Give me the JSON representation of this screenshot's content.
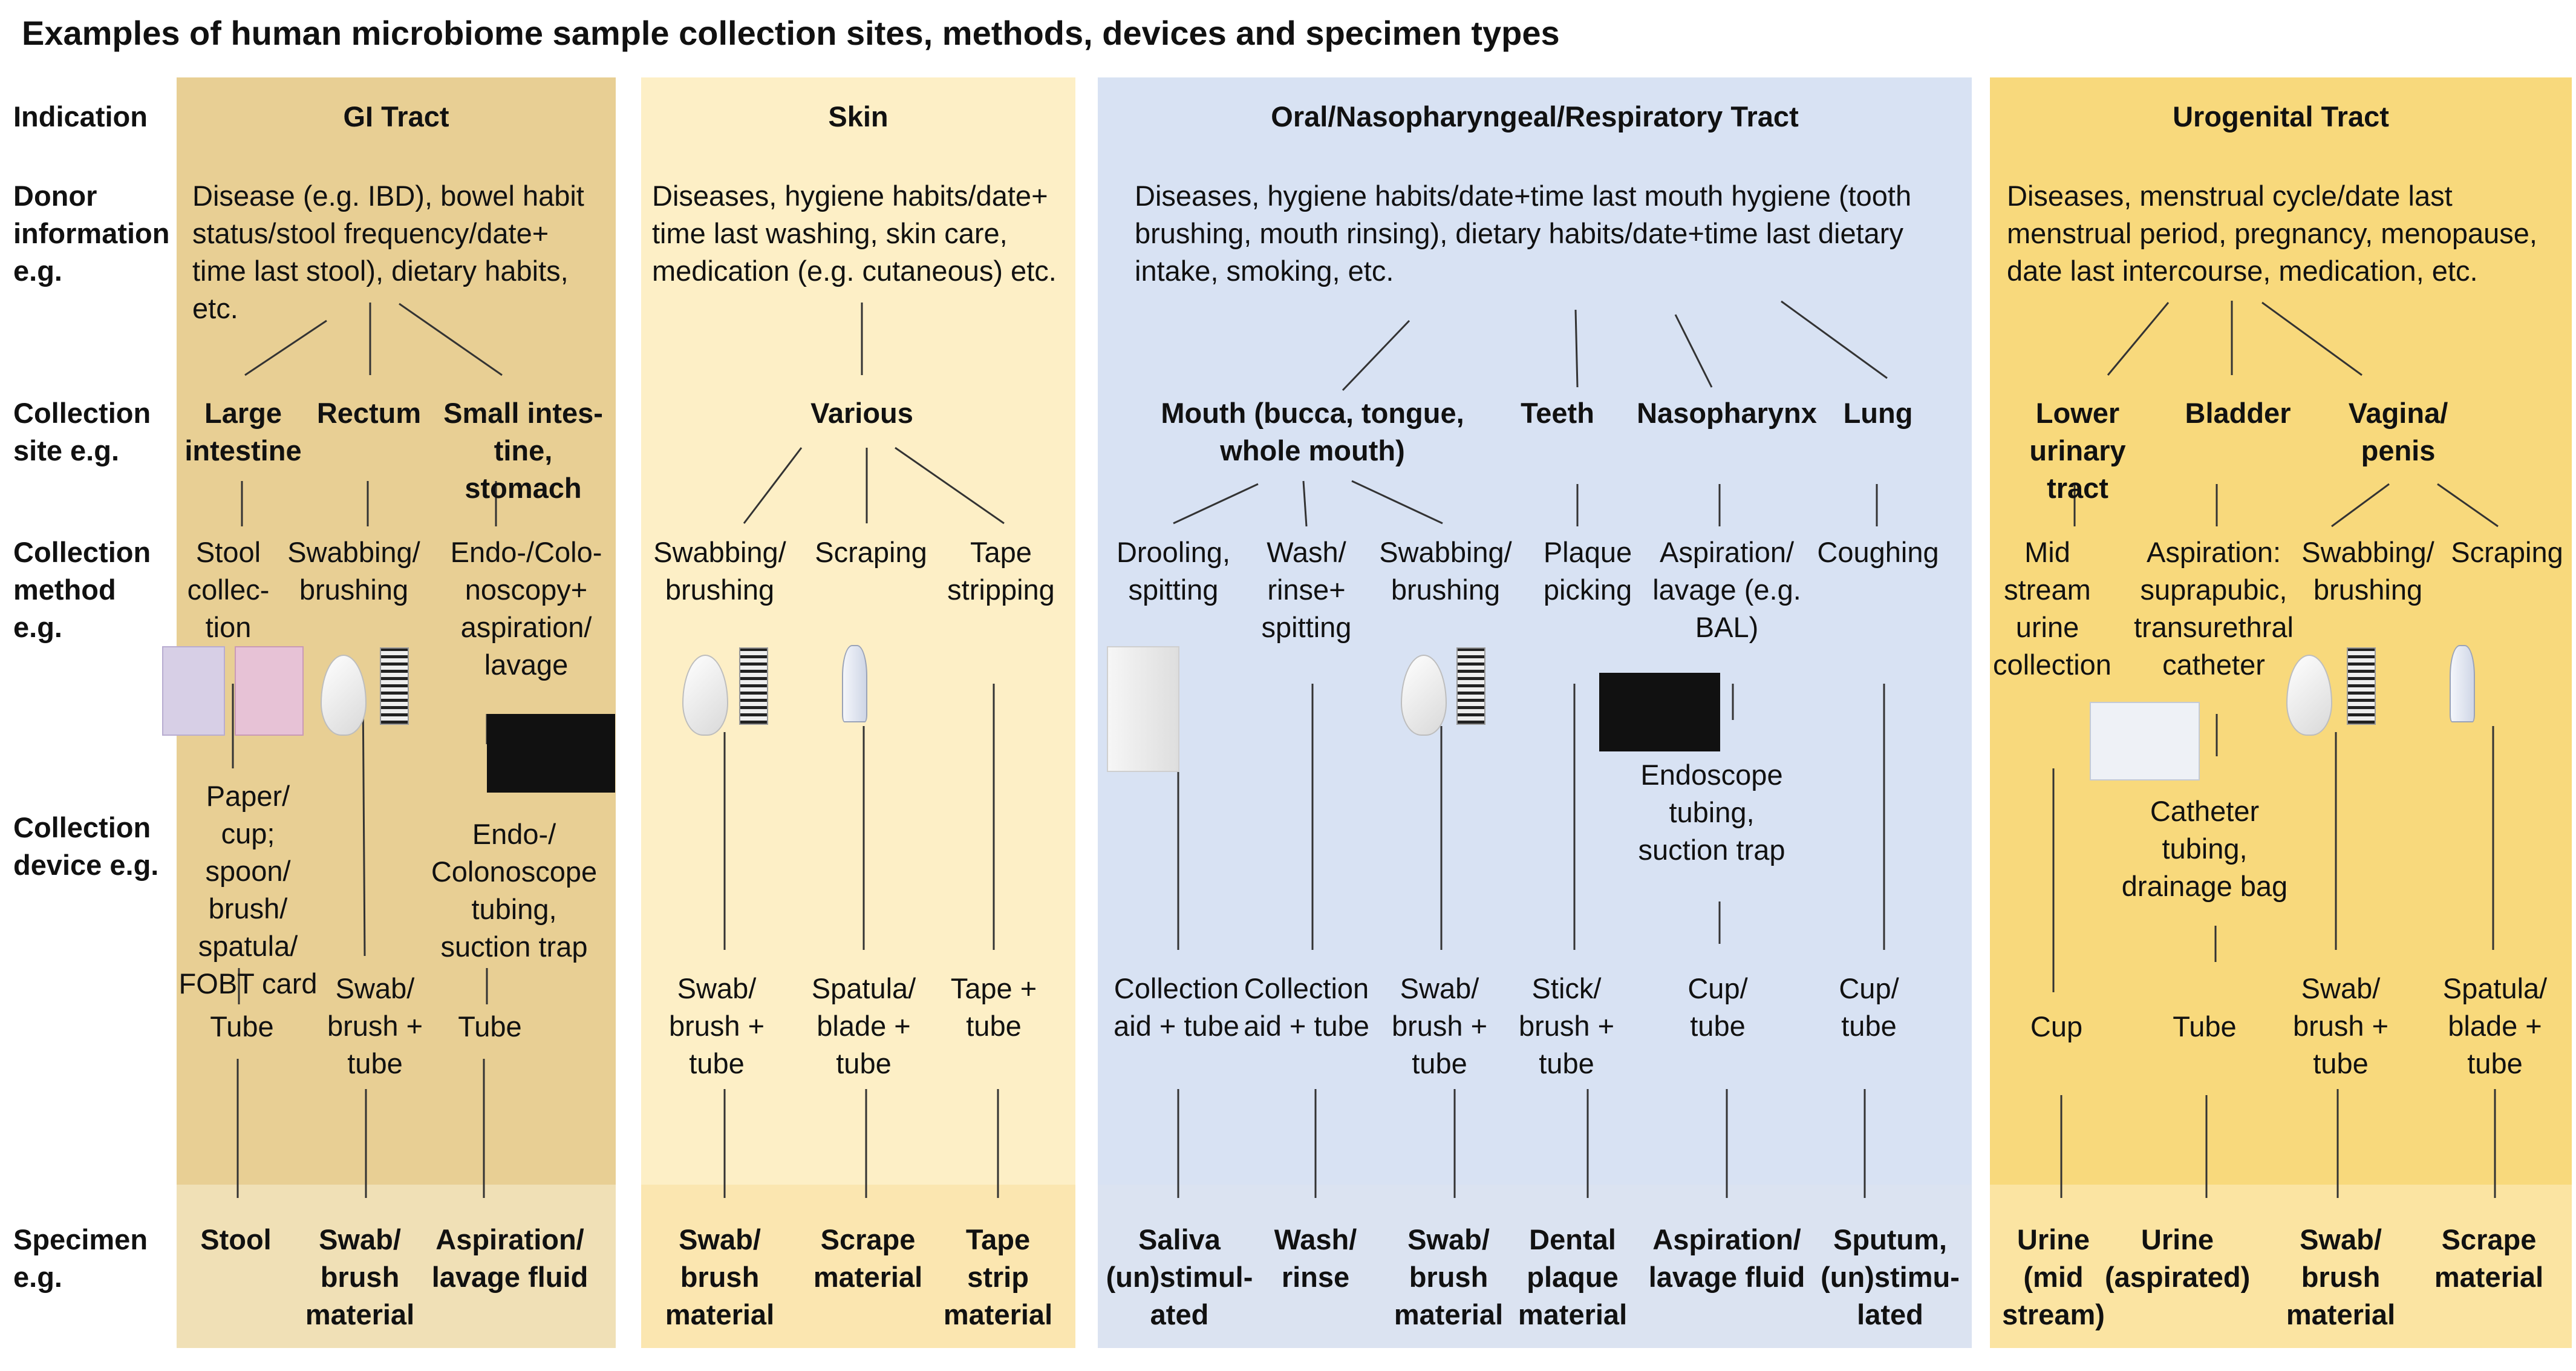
{
  "title": "Examples of human microbiome sample collection sites, methods, devices and specimen types",
  "colors": {
    "gi": "#e8cf94",
    "gi_spec": "#f0e0b6",
    "skin": "#fdefc6",
    "skin_spec": "#fbe6b0",
    "oral": "#d8e2f3",
    "oral_spec": "#dbe3f1",
    "uro": "#f8d97c",
    "uro_spec": "#fbe4a2"
  },
  "row_labels": {
    "indication": "Indication",
    "donor": "Donor information e.g.",
    "site": "Collection site e.g.",
    "method": "Collection method e.g.",
    "device": "Collection device e.g.",
    "specimen": "Specimen e.g."
  },
  "gi": {
    "header": "GI Tract",
    "donor": "Disease (e.g. IBD), bowel habit status/stool frequency/date+ time last stool), dietary habits, etc.",
    "sites": [
      "Large intestine",
      "Rectum",
      "Small intes- tine, stomach"
    ],
    "methods": [
      "Stool collec- tion",
      "Swabbing/ brushing",
      "Endo-/Colo- noscopy+ aspiration/ lavage"
    ],
    "devices": [
      "Paper/ cup; spoon/ brush/ spatula/ FOBT card",
      "Endo-/ Colonoscope tubing, suction trap"
    ],
    "tubes": [
      "Tube",
      "Swab/ brush + tube",
      "Tube"
    ],
    "specimens": [
      "Stool",
      "Swab/ brush material",
      "Aspiration/ lavage fluid"
    ]
  },
  "skin": {
    "header": "Skin",
    "donor": "Diseases, hygiene habits/date+ time last washing, skin care, medication (e.g. cutaneous) etc.",
    "site": "Various",
    "methods": [
      "Swabbing/ brushing",
      "Scraping",
      "Tape stripping"
    ],
    "tubes": [
      "Swab/ brush + tube",
      "Spatula/ blade + tube",
      "Tape + tube"
    ],
    "specimens": [
      "Swab/ brush material",
      "Scrape material",
      "Tape strip material"
    ]
  },
  "oral": {
    "header": "Oral/Nasopharyngeal/Respiratory Tract",
    "donor": "Diseases, hygiene habits/date+time last mouth hygiene (tooth brushing, mouth rinsing), dietary habits/date+time last dietary intake, smoking, etc.",
    "sites": [
      "Mouth (bucca, tongue, whole mouth)",
      "Teeth",
      "Nasopharynx",
      "Lung"
    ],
    "methods": [
      "Drooling, spitting",
      "Wash/ rinse+ spitting",
      "Swabbing/ brushing",
      "Plaque picking",
      "Aspiration/ lavage (e.g. BAL)",
      "Coughing"
    ],
    "device": "Endoscope tubing, suction trap",
    "tubes": [
      "Collection aid + tube",
      "Collection aid + tube",
      "Swab/ brush + tube",
      "Stick/ brush + tube",
      "Cup/ tube",
      "Cup/ tube"
    ],
    "specimens": [
      "Saliva (un)stimul- ated",
      "Wash/ rinse",
      "Swab/ brush material",
      "Dental plaque material",
      "Aspiration/ lavage fluid",
      "Sputum, (un)stimu- lated"
    ]
  },
  "uro": {
    "header": "Urogenital Tract",
    "donor": "Diseases, menstrual cycle/date last menstrual period, pregnancy, menopause, date last intercourse, medication, etc.",
    "sites": [
      "Lower urinary tract",
      "Bladder",
      "Vagina/ penis"
    ],
    "methods": [
      "Mid stream urine collection",
      "Aspiration: suprapubic, transurethral catheter",
      "Swabbing/ brushing",
      "Scraping"
    ],
    "device": "Catheter tubing, drainage bag",
    "tubes": [
      "Cup",
      "Tube",
      "Swab/ brush + tube",
      "Spatula/ blade + tube"
    ],
    "specimens": [
      "Urine (mid stream)",
      "Urine (aspirated)",
      "Swab/ brush material",
      "Scrape material"
    ]
  }
}
